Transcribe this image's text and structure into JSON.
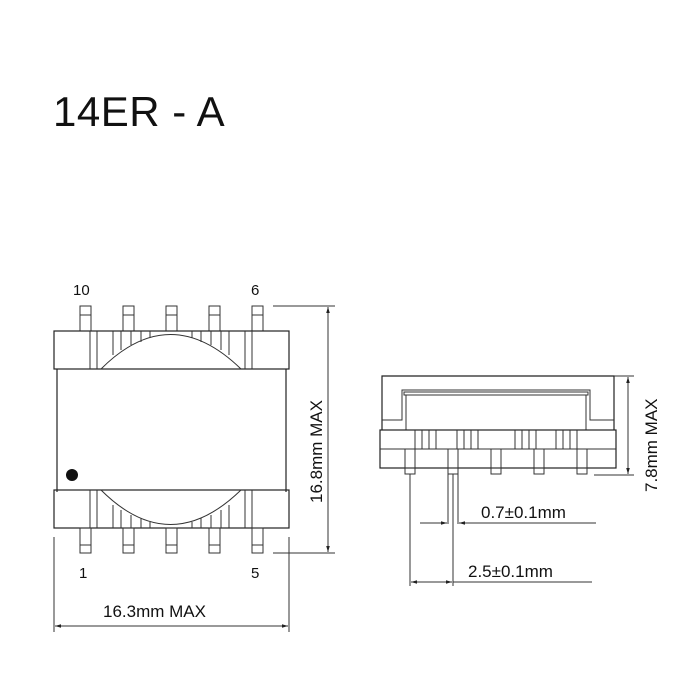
{
  "title": "14ER - A",
  "top_view": {
    "pin_labels": {
      "top_left": "10",
      "top_right": "6",
      "bottom_left": "1",
      "bottom_right": "5"
    },
    "width_dim": "16.3mm MAX",
    "height_dim": "16.8mm MAX",
    "pin1_marker": "dot"
  },
  "side_view": {
    "height_dim": "7.8mm MAX",
    "pin_width_dim": "0.7±0.1mm",
    "pin_pitch_dim": "2.5±0.1mm"
  },
  "colors": {
    "line": "#222222",
    "background": "#ffffff"
  }
}
